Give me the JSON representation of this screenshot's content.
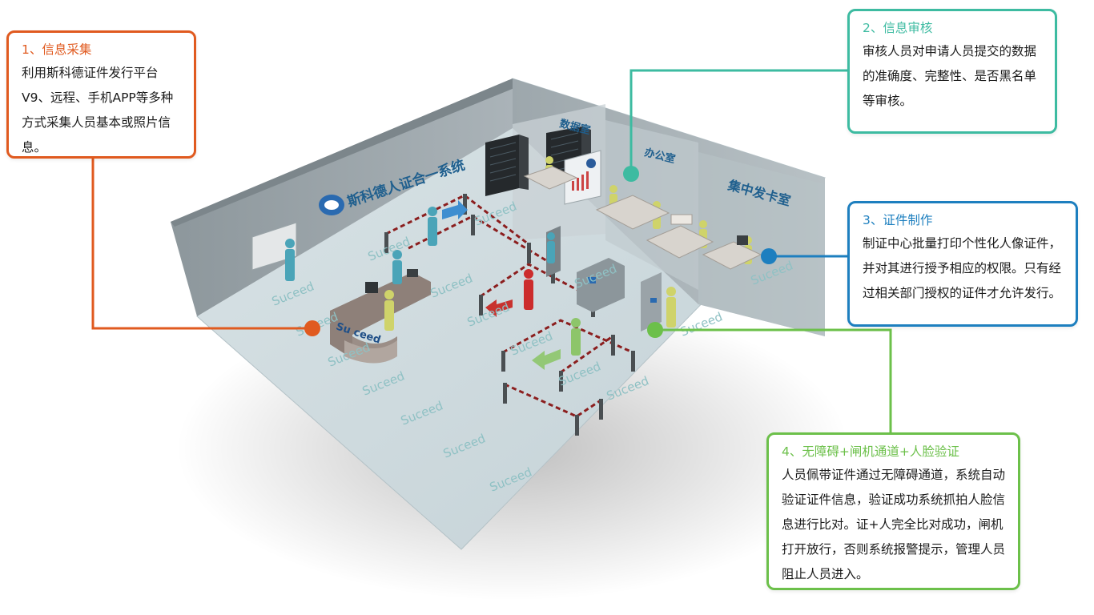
{
  "scene": {
    "system_title": "斯科德人证合一系统",
    "rooms": {
      "data_room": "数据室",
      "office": "办公室",
      "card_room": "集中发卡室"
    },
    "watermark": "Suceed",
    "watermark_counter": "Suceed",
    "watermark_counter_label": "Su ceed",
    "colors": {
      "step1": "#e05a1f",
      "step2": "#3dbba1",
      "step3": "#1d7fbf",
      "step4": "#6cc04a"
    }
  },
  "callouts": [
    {
      "title": "1、信息采集",
      "body": "利用斯科德证件发行平台V9、远程、手机APP等多种方式采集人员基本或照片信息。"
    },
    {
      "title": "2、信息审核",
      "body": "审核人员对申请人员提交的数据的准确度、完整性、是否黑名单等审核。"
    },
    {
      "title": "3、证件制作",
      "body": "制证中心批量打印个性化人像证件，并对其进行授予相应的权限。只有经过相关部门授权的证件才允许发行。"
    },
    {
      "title": "4、无障碍+闸机通道+人脸验证",
      "body": "人员佩带证件通过无障碍通道，系统自动验证证件信息，验证成功系统抓拍人脸信息进行比对。证+人完全比对成功，闸机打开放行，否则系统报警提示，管理人员阻止人员进入。"
    }
  ]
}
